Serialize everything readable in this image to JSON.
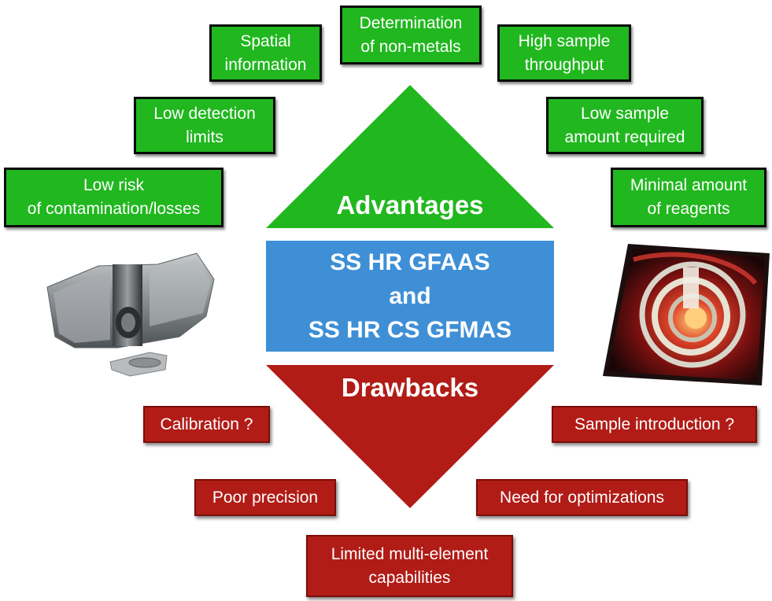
{
  "colors": {
    "advantage": "#21b71f",
    "drawback": "#b11c17",
    "center": "#3e8fd6"
  },
  "center_text": "SS HR GFAAS\nand\nSS HR CS GFMAS",
  "advantages_title": "Advantages",
  "drawbacks_title": "Drawbacks",
  "advantages": [
    "Determination\nof non-metals",
    "Spatial\ninformation",
    "High sample\nthroughput",
    "Low detection\nlimits",
    "Low sample\namount required",
    "Low risk\nof contamination/losses",
    "Minimal amount\nof reagents"
  ],
  "drawbacks": [
    "Calibration ?",
    "Sample introduction ?",
    "Poor precision",
    "Need for optimizations",
    "Limited multi-element\ncapabilities"
  ],
  "images": {
    "left": "graphite-platform-photo",
    "right": "furnace-tube-photo"
  }
}
